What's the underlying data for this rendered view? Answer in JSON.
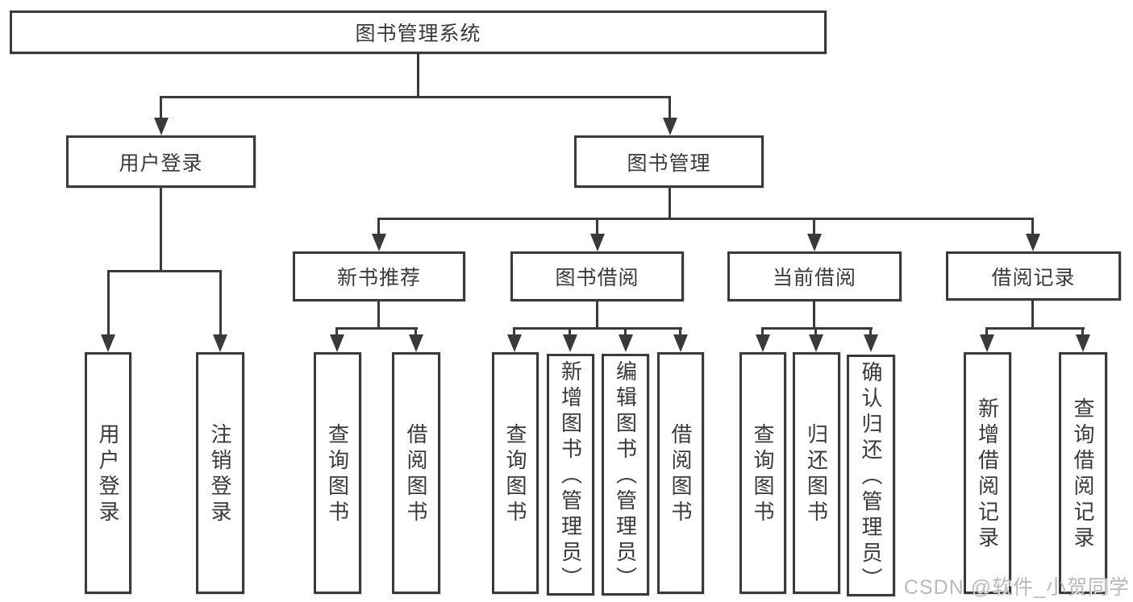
{
  "nodes": {
    "root": {
      "label": "图书管理系统"
    },
    "user_login": {
      "label": "用户登录"
    },
    "book_mgmt": {
      "label": "图书管理"
    },
    "new_book_rec": {
      "label": "新书推荐"
    },
    "book_borrow": {
      "label": "图书借阅"
    },
    "current_borrow": {
      "label": "当前借阅"
    },
    "borrow_records": {
      "label": "借阅记录"
    },
    "leaves": {
      "user_login_leaf": "用户登录",
      "logout": "注销登录",
      "rec_query_books": "查询图书",
      "rec_borrow_books": "借阅图书",
      "bb_query_books": "查询图书",
      "bb_add_books": "新增图书（管理员）",
      "bb_edit_books": "编辑图书（管理员）",
      "bb_borrow_books": "借阅图书",
      "cb_query_books": "查询图书",
      "cb_return_books": "归还图书",
      "cb_confirm_return": "确认归还（管理员）",
      "br_add_record": "新增借阅记录",
      "br_query_record": "查询借阅记录"
    }
  },
  "watermark": "CSDN @软件_小贺同学",
  "colors": {
    "line": "#3a3a3a",
    "text": "#3a3a3a",
    "background": "#ffffff",
    "watermark": "#b5b9c0"
  }
}
